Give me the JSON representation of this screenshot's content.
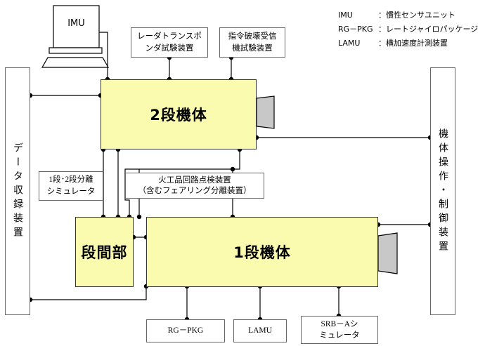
{
  "legend": [
    {
      "abbr": "IMU",
      "sep": "：",
      "text": "慣性センサユニット"
    },
    {
      "abbr": "RG－PKG",
      "sep": "：",
      "text": "レートジャイロパッケージ"
    },
    {
      "abbr": "LAMU",
      "sep": "：",
      "text": "横加速度計測装置"
    }
  ],
  "nodes": {
    "imu": "IMU",
    "transponder": [
      "レーダトランスポ",
      "ンダ試験装置"
    ],
    "command_destruct": [
      "指令破壊受信",
      "機試験装置"
    ],
    "stage2": "2段機体",
    "stage1": "1段機体",
    "interstage": "段間部",
    "data_recorder": "データ収録装置",
    "vehicle_control": "機体操作・制御装置",
    "separation_sim": [
      "1段･2段分離",
      "シミュレータ"
    ],
    "pyro_check": [
      "火工品回路点検装置",
      "（含むフェアリング分離装置）"
    ],
    "rg_pkg": "RG－PKG",
    "lamu": "LAMU",
    "srb_a_sim": [
      "SRB－Aシ",
      "ミュレータ"
    ]
  },
  "colors": {
    "vehicle_fill": "#fbfbb0",
    "line": "#000000",
    "nozzle_fill": "#c8c8c8"
  }
}
